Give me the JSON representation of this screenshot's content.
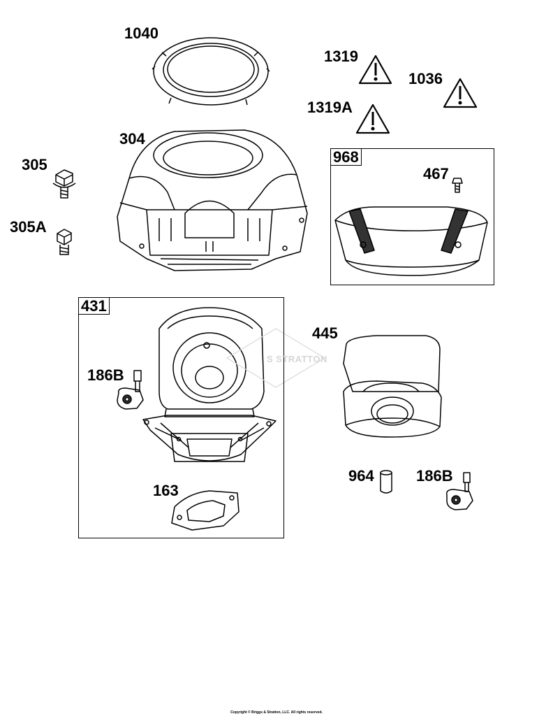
{
  "labels": {
    "p1040": "1040",
    "p1319": "1319",
    "p1036": "1036",
    "p1319a": "1319A",
    "p304": "304",
    "p305": "305",
    "p305a": "305A",
    "p968": "968",
    "p467": "467",
    "p431": "431",
    "p445": "445",
    "p186b_left": "186B",
    "p163": "163",
    "p964": "964",
    "p186b_right": "186B"
  },
  "watermark": "S STRATTON",
  "copyright": "Copyright © Briggs & Stratton, LLC. All rights reserved.",
  "icons": {
    "warning": "warning-triangle-icon"
  },
  "colors": {
    "line": "#000000",
    "dark_fill": "#333333",
    "watermark": "#d6d6d6"
  }
}
